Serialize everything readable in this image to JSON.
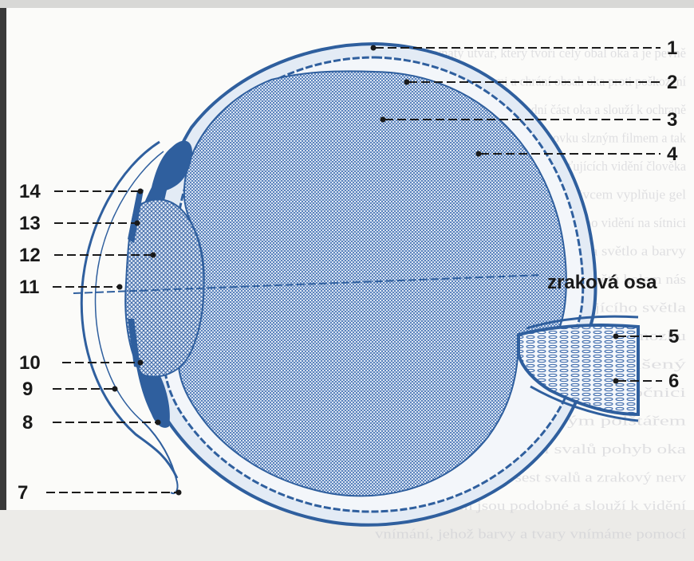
{
  "diagram": {
    "labels": {
      "n1": "1",
      "n2": "2",
      "n3": "3",
      "n4": "4",
      "n5": "5",
      "n6": "6",
      "n7": "7",
      "n8": "8",
      "n9": "9",
      "n10": "10",
      "n11": "11",
      "n12": "12",
      "n13": "13",
      "n14": "14",
      "axis": "zraková osa"
    },
    "colors": {
      "eye_blue": "#2f5f9e",
      "fill_blue": "#5b83bd",
      "light_blue": "#8fb0d8",
      "paper": "#fbfbf9",
      "text": "#1a1a1a",
      "bleed_text": "#c9c9cf"
    },
    "background_text_lines": [
      "lotivý vrstevnatý útvar, který tvoří celý obal oka a je pevně",
      "je obalen dalšími vrstvami a chrání obsah oka proti poškození",
      "kapou K. spojivka pokrývá přední část oka a slouží k ochraně",
      "oční víčko a mrkáním zvlhčuje rohovku slzným filmem a tak",
      "dívá se skupiny buněk a struktur zajišťujících vidění člověka",
      "a trámčitý prostor mezi čočkou a sklivcem vyplňuje gel",
      "ztrácí o aktivní podobě vyšší části ostrého vidění na sítnici",
      "jsou buňky tyčinky a čípky citlivé na světlo a barvy",
      "vidění a ostré vnímání obrazu předmětů kolem nás",
      "a tak se vytváří obraz dopadajícího světla",
      "který vede podráždění nervem do mozku",
      "obraz je převrácený a zmenšený",
      "oko má tvar koule uložené v očnici",
      "kde je chráněno tukovým polštářem",
      "soustava okohybných svalů pohyb oka",
      "ho pohybu zajišťuje šest svalů a zrakový nerv",
      "i v obou očích jsou podobné a slouží k vidění",
      "vnímání, jehož barvy a tvary vnímáme pomocí"
    ]
  }
}
